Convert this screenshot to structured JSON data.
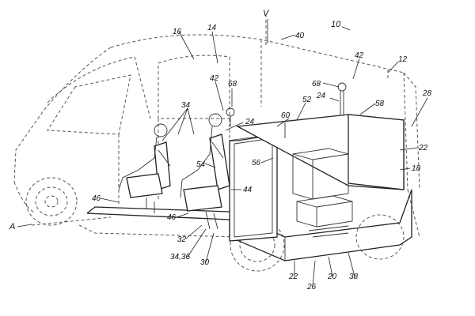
{
  "figure": {
    "labels": {
      "v": "V",
      "n10": "10",
      "n40": "40",
      "n16": "16",
      "n14": "14",
      "n12": "12",
      "n42a": "42",
      "n42b": "42",
      "n68a": "68",
      "n68b": "68",
      "n24a": "24",
      "n24b": "24",
      "n28": "28",
      "n52": "52",
      "n58": "58",
      "n60": "60",
      "n34": "34",
      "n22a": "22",
      "n22b": "22",
      "n54": "54",
      "n56": "56",
      "n18": "18",
      "n44": "44",
      "n46a": "46",
      "n46b": "46",
      "a": "A",
      "n32": "32",
      "n3436": "34,36",
      "n30": "30",
      "n26": "26",
      "n20": "20",
      "n38": "38"
    }
  }
}
